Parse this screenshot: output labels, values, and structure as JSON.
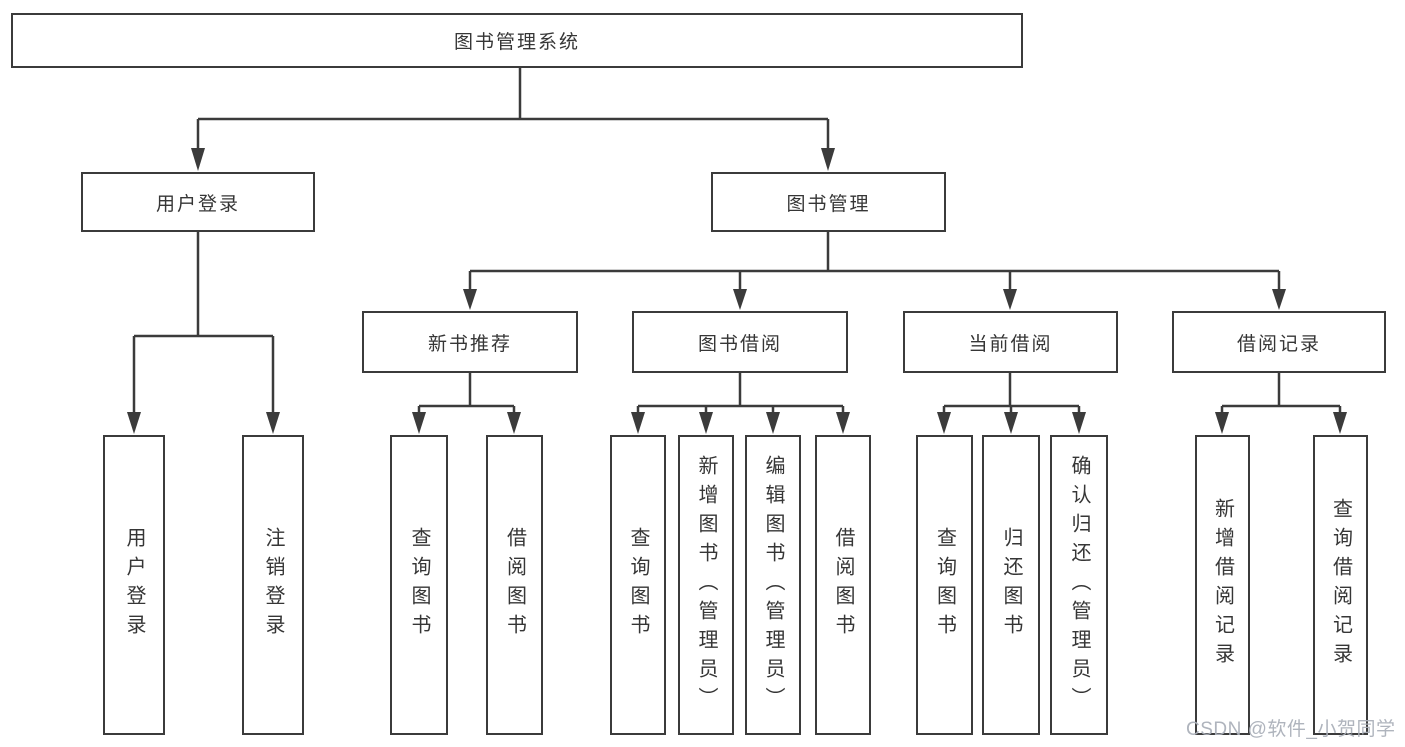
{
  "colors": {
    "background": "#ffffff",
    "line": "#3b3b3b",
    "box_border": "#3b3b3b",
    "text": "#363636",
    "watermark": "#abb0b9"
  },
  "tree": {
    "root": {
      "label": "图书管理系统"
    },
    "children": [
      {
        "label": "用户登录",
        "children": [
          {
            "label": "用户登录"
          },
          {
            "label": "注销登录"
          }
        ]
      },
      {
        "label": "图书管理",
        "children": [
          {
            "label": "新书推荐",
            "children": [
              {
                "label": "查询图书"
              },
              {
                "label": "借阅图书"
              }
            ]
          },
          {
            "label": "图书借阅",
            "children": [
              {
                "label": "查询图书"
              },
              {
                "label": "新增图书（管理员）"
              },
              {
                "label": "编辑图书（管理员）"
              },
              {
                "label": "借阅图书"
              }
            ]
          },
          {
            "label": "当前借阅",
            "children": [
              {
                "label": "查询图书"
              },
              {
                "label": "归还图书"
              },
              {
                "label": "确认归还（管理员）"
              }
            ]
          },
          {
            "label": "借阅记录",
            "children": [
              {
                "label": "新增借阅记录"
              },
              {
                "label": "查询借阅记录"
              }
            ]
          }
        ]
      }
    ]
  },
  "watermark": {
    "text": "CSDN @软件_小贺同学"
  }
}
